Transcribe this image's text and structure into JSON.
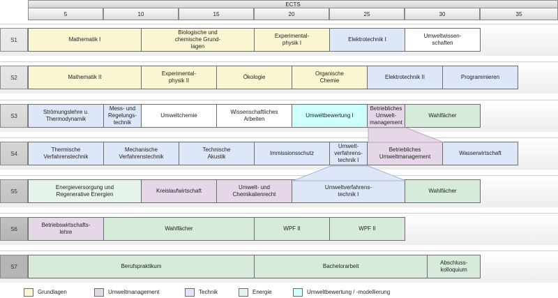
{
  "colors": {
    "Grundlagen": "#faf6d2",
    "Umweltmanagement": "#e5d7e8",
    "Technik": "#dde7f7",
    "Energie": "#e6f5ec",
    "Umweltbewertung": "#ccfffd",
    "Wahlfaecher": "#d6ebd9",
    "none": "#ffffff"
  },
  "header": {
    "title": "ECTS",
    "ticks": [
      "5",
      "10",
      "15",
      "20",
      "25",
      "30",
      "35"
    ]
  },
  "semesters": [
    {
      "label": "S1",
      "courses": [
        {
          "name": "Mathematik I",
          "ects": 7.5,
          "start": 0,
          "cat": "Grundlagen"
        },
        {
          "name": "Biologische und\nchemische Grund-\nlagen",
          "ects": 7.5,
          "start": 7.5,
          "cat": "Grundlagen"
        },
        {
          "name": "Experimental-\nphysik I",
          "ects": 5,
          "start": 15,
          "cat": "Grundlagen"
        },
        {
          "name": "Elektrotechnik I",
          "ects": 5,
          "start": 20,
          "cat": "Technik"
        },
        {
          "name": "Umweltwissen-\nschaften",
          "ects": 5,
          "start": 25,
          "cat": "none"
        }
      ]
    },
    {
      "label": "S2",
      "courses": [
        {
          "name": "Mathematik II",
          "ects": 7.5,
          "start": 0,
          "cat": "Grundlagen"
        },
        {
          "name": "Experimental-\nphysik II",
          "ects": 5,
          "start": 7.5,
          "cat": "Grundlagen"
        },
        {
          "name": "Ökologie",
          "ects": 5,
          "start": 12.5,
          "cat": "Grundlagen"
        },
        {
          "name": "Organische\nChemie",
          "ects": 5,
          "start": 17.5,
          "cat": "Grundlagen"
        },
        {
          "name": "Elektrotechnik II",
          "ects": 5,
          "start": 22.5,
          "cat": "Technik"
        },
        {
          "name": "Programmieren",
          "ects": 5,
          "start": 27.5,
          "cat": "Technik"
        }
      ]
    },
    {
      "label": "S3",
      "courses": [
        {
          "name": "Strömungslehre u.\nThermodynamik",
          "ects": 5,
          "start": 0,
          "cat": "Technik"
        },
        {
          "name": "Mess- und\nRegelungs-\ntechnik",
          "ects": 2.5,
          "start": 5,
          "cat": "Technik"
        },
        {
          "name": "Umweltchemie",
          "ects": 5,
          "start": 7.5,
          "cat": "none"
        },
        {
          "name": "Wissenschaftliches\nArbeiten",
          "ects": 5,
          "start": 12.5,
          "cat": "none"
        },
        {
          "name": "Umweltbewertung I",
          "ects": 5,
          "start": 17.5,
          "cat": "Umweltbewertung"
        },
        {
          "name": "Betriebliches\nUmwelt-\nmanagement",
          "ects": 2.5,
          "start": 22.5,
          "cat": "Umweltmanagement"
        },
        {
          "name": "Wahlfächer",
          "ects": 5,
          "start": 25,
          "cat": "Wahlfaecher"
        }
      ]
    },
    {
      "label": "S4",
      "courses": [
        {
          "name": "Thermische\nVerfahrenstechnik",
          "ects": 5,
          "start": 0,
          "cat": "Technik"
        },
        {
          "name": "Mechanische\nVerfahrenstechnik",
          "ects": 5,
          "start": 5,
          "cat": "Technik"
        },
        {
          "name": "Technische\nAkustik",
          "ects": 5,
          "start": 10,
          "cat": "Technik"
        },
        {
          "name": "Immissionsschutz",
          "ects": 5,
          "start": 15,
          "cat": "Technik"
        },
        {
          "name": "Umwelt-\nverfahrens-\ntechnik I",
          "ects": 2.5,
          "start": 20,
          "cat": "Technik"
        },
        {
          "name": "Betriebliches\nUmweltmanagement",
          "ects": 5,
          "start": 22.5,
          "cat": "Umweltmanagement"
        },
        {
          "name": "Wasserwirtschaft",
          "ects": 5,
          "start": 27.5,
          "cat": "Technik"
        }
      ]
    },
    {
      "label": "S5",
      "courses": [
        {
          "name": "Energieversorgung und\nRegenerative Energien",
          "ects": 7.5,
          "start": 0,
          "cat": "Energie"
        },
        {
          "name": "Kreislaufwirtschaft",
          "ects": 5,
          "start": 7.5,
          "cat": "Umweltmanagement"
        },
        {
          "name": "Umwelt- und\nChemikalienrecht",
          "ects": 5,
          "start": 12.5,
          "cat": "Umweltmanagement"
        },
        {
          "name": "Umweltverfahrens-\ntechnik I",
          "ects": 7.5,
          "start": 17.5,
          "cat": "Technik"
        },
        {
          "name": "Wahlfächer",
          "ects": 5,
          "start": 25,
          "cat": "Wahlfaecher"
        }
      ]
    },
    {
      "label": "S6",
      "courses": [
        {
          "name": "Betriebswirtschafts-\nlehre",
          "ects": 5,
          "start": 0,
          "cat": "Umweltmanagement"
        },
        {
          "name": "Wahlfächer",
          "ects": 10,
          "start": 5,
          "cat": "Wahlfaecher"
        },
        {
          "name": "WPF II",
          "ects": 5,
          "start": 15,
          "cat": "Wahlfaecher"
        },
        {
          "name": "WPF II",
          "ects": 5,
          "start": 20,
          "cat": "Wahlfaecher"
        }
      ]
    },
    {
      "label": "S7",
      "courses": [
        {
          "name": "Berufspraktikum",
          "ects": 15,
          "start": 0,
          "cat": "Wahlfaecher"
        },
        {
          "name": "Bachelorarbeit",
          "ects": 11.5,
          "start": 15,
          "cat": "Wahlfaecher"
        },
        {
          "name": "Abschluss-\nkolloquium",
          "ects": 3.5,
          "start": 26.5,
          "cat": "Wahlfaecher"
        }
      ]
    }
  ],
  "legend": [
    {
      "label": "Grundlagen",
      "cat": "Grundlagen"
    },
    {
      "label": "Umweltmanagement",
      "cat": "Umweltmanagement"
    },
    {
      "label": "Technik",
      "cat": "Technik"
    },
    {
      "label": "Energie",
      "cat": "Energie"
    },
    {
      "label": "Umweltbewertung / -modellierung",
      "cat": "Umweltbewertung"
    }
  ]
}
